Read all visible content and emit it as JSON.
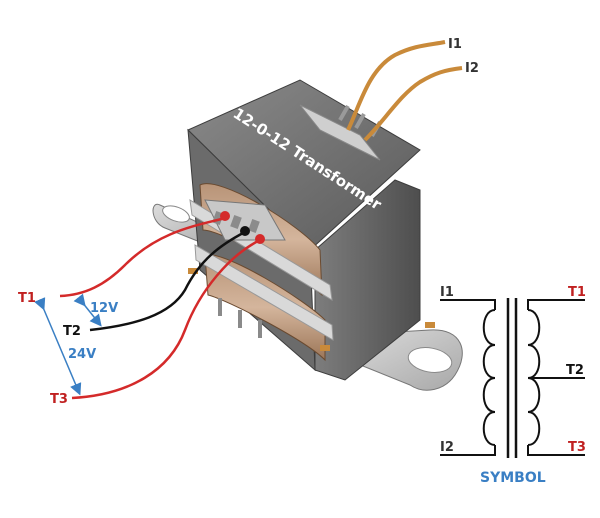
{
  "transformer": {
    "body_text": "12-0-12 Transformer"
  },
  "primary": {
    "i1": "I1",
    "i2": "I2",
    "wire_color": "#c98a3a"
  },
  "secondary": {
    "t1": "T1",
    "t2": "T2",
    "t3": "T3",
    "v12": "12V",
    "v24": "24V",
    "red_wire": "#d42a2a",
    "black_wire": "#111111",
    "arrow_color": "#3a7fc4"
  },
  "symbol": {
    "caption": "SYMBOL",
    "i1": "I1",
    "i2": "I2",
    "t1": "T1",
    "t2": "T2",
    "t3": "T3",
    "caption_color": "#3a7fc4"
  }
}
